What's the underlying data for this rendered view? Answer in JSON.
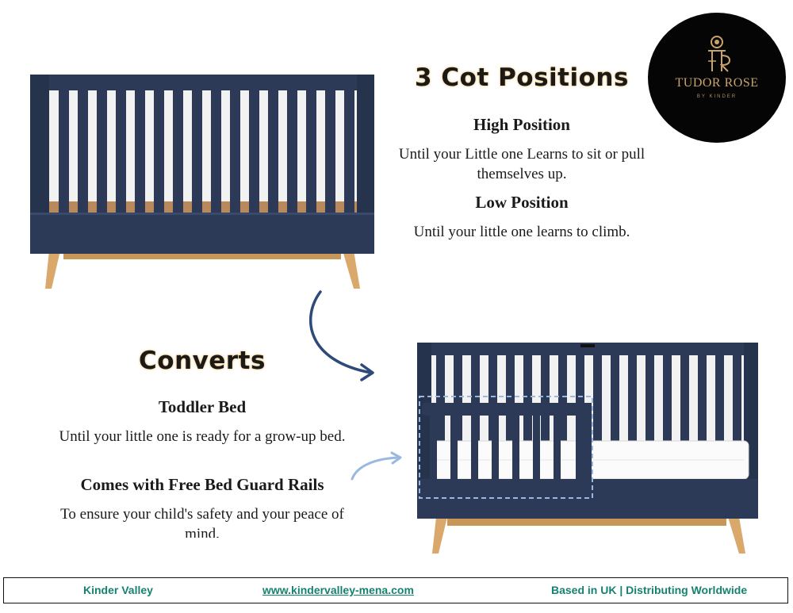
{
  "cot_section": {
    "heading": "3 Cot Positions",
    "high_title": "High Position",
    "high_text": "Until your Little one Learns to sit or pull themselves up.",
    "low_title": "Low Position",
    "low_text": "Until your little one learns to climb."
  },
  "convert_section": {
    "heading": "Converts",
    "toddler_title": "Toddler Bed",
    "toddler_text": "Until your little one is ready for a grow-up bed.",
    "rails_title": "Comes with Free Bed Guard Rails",
    "rails_text": "To ensure your child's safety and your peace of mind."
  },
  "logo": {
    "brand": "TUDOR ROSE",
    "byline": "BY KINDER"
  },
  "footer": {
    "company": "Kinder Valley",
    "website": "www.kindervalley-mena.com",
    "tagline": "Based in UK | Distributing Worldwide"
  },
  "colors": {
    "crib_navy": "#2c3a57",
    "wood": "#d9a86a",
    "footer_text": "#17826f",
    "heading_glow": "#f4d9a6",
    "arrow": "#2d4a78",
    "guard_dash": "#9bb8e0"
  }
}
